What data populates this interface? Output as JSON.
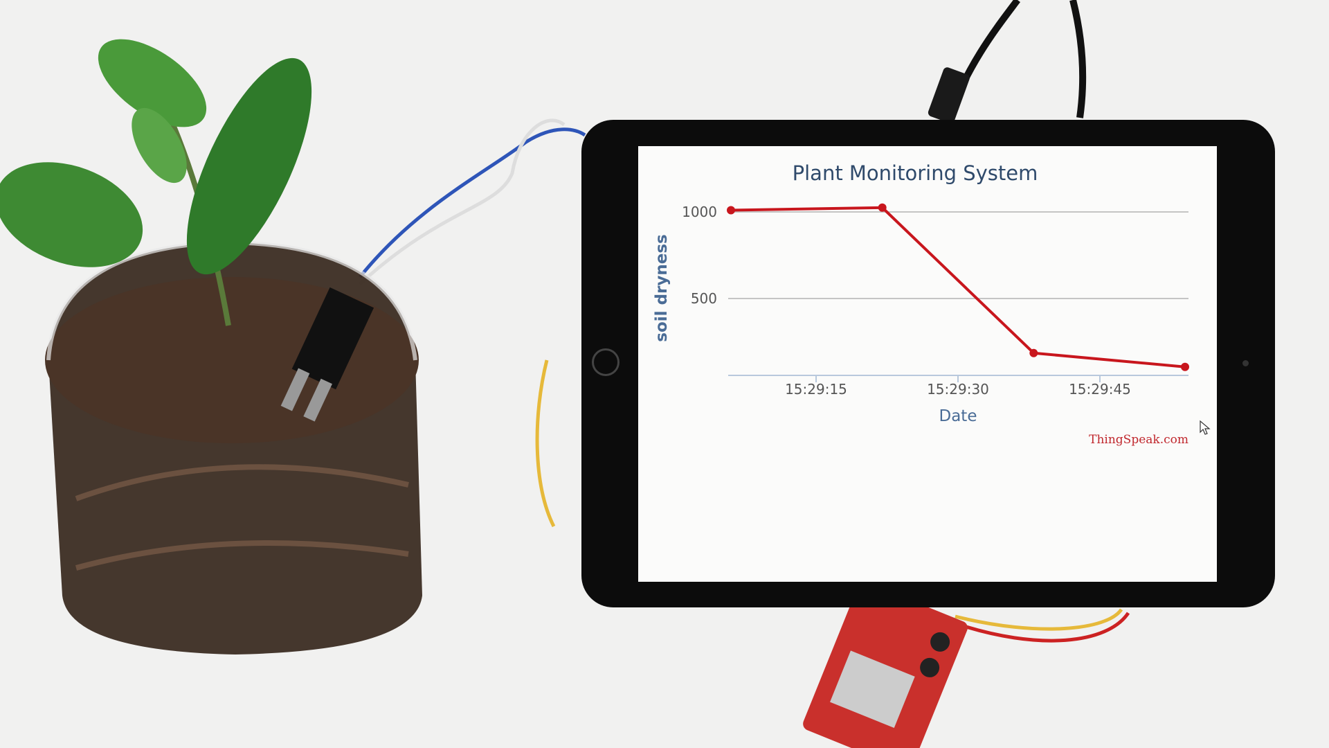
{
  "chart_data": {
    "type": "line",
    "title": "Plant Monitoring System",
    "xlabel": "Date",
    "ylabel": "soil dryness",
    "x_tick_labels": [
      "15:29:15",
      "15:29:30",
      "15:29:45"
    ],
    "y_tick_labels": [
      "1000",
      "500"
    ],
    "y_ticks": [
      1000,
      500
    ],
    "x": [
      "15:29:06",
      "15:29:22",
      "15:29:38",
      "15:29:54"
    ],
    "values": [
      1010,
      1025,
      185,
      105
    ],
    "xlim": [
      "15:29:06",
      "15:29:55"
    ],
    "ylim": [
      56,
      1000
    ],
    "grid": true,
    "legend": "none",
    "credit": "ThingSpeak.com",
    "line_color": "#c8161d",
    "title_color": "#2f4a6b",
    "axis_title_color": "#4a6c96"
  }
}
